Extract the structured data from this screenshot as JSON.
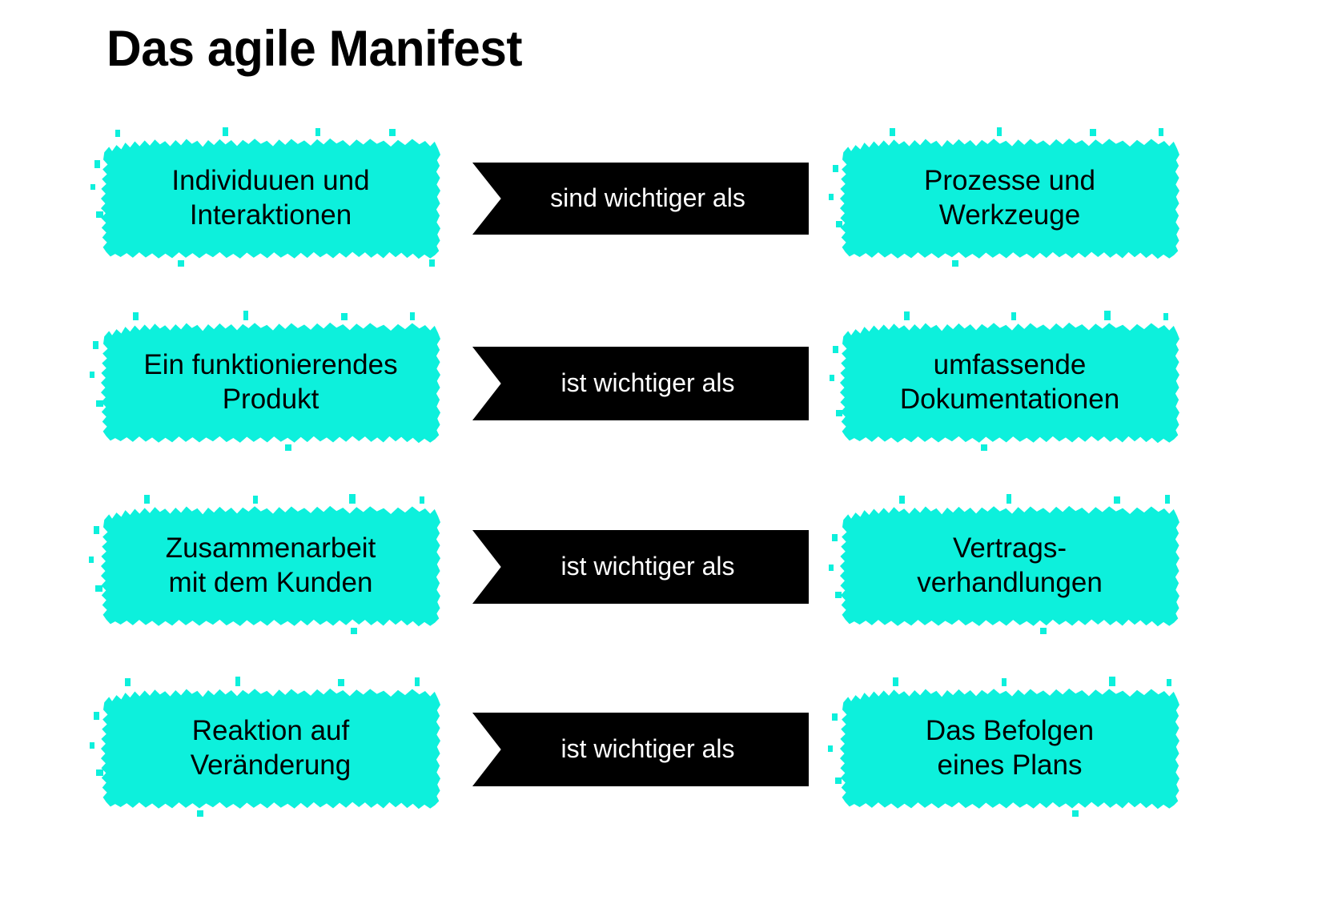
{
  "page": {
    "title": "Das agile Manifest",
    "background_color": "#ffffff",
    "accent_color": "#0df0dc",
    "banner_color": "#000000",
    "banner_text_color": "#ffffff",
    "chip_text_color": "#000000"
  },
  "rows": [
    {
      "left_label": "Individuuen und\nInteraktionen",
      "connector_label": "sind wichtiger als",
      "right_label": "Prozesse und\nWerkzeuge"
    },
    {
      "left_label": "Ein funktionierendes\nProdukt",
      "connector_label": "ist wichtiger als",
      "right_label": "umfassende\nDokumentationen"
    },
    {
      "left_label": "Zusammenarbeit\nmit dem Kunden",
      "connector_label": "ist wichtiger als",
      "right_label": "Vertrags-\nverhandlungen"
    },
    {
      "left_label": "Reaktion auf\nVeränderung",
      "connector_label": "ist wichtiger als",
      "right_label": "Das Befolgen\neines Plans"
    }
  ]
}
